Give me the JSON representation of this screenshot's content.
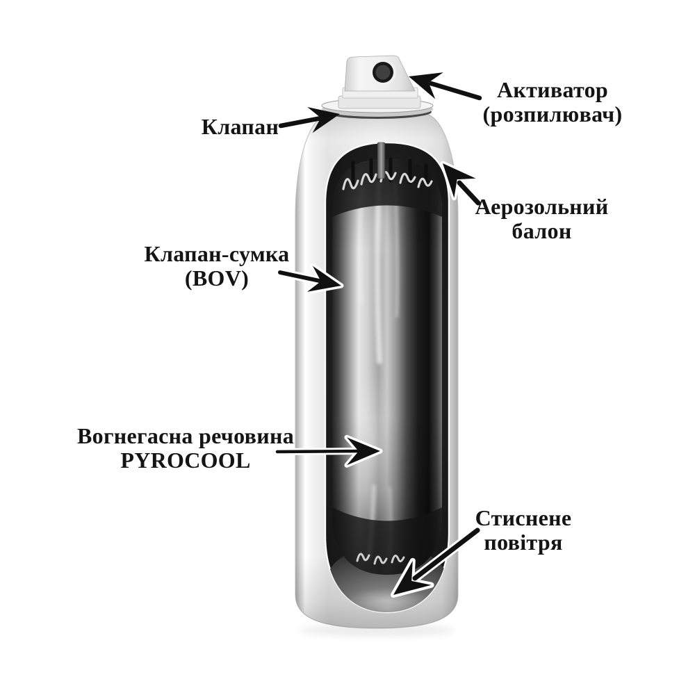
{
  "diagram": {
    "background_color": "#ffffff",
    "text_color": "#141414",
    "arrow_color": "#101010",
    "labels": {
      "activator": {
        "line1": "Активатор",
        "line2": "(розпилювач)"
      },
      "valve": {
        "line1": "Клапан"
      },
      "aerosol_can": {
        "line1": "Аерозольний",
        "line2": "балон"
      },
      "bov": {
        "line1": "Клапан-сумка",
        "line2": "(BOV)"
      },
      "agent": {
        "line1": "Вогнегасна речовина",
        "line2": "PYROCOOL"
      },
      "compressed_air": {
        "line1": "Стиснене",
        "line2": "повітря"
      }
    },
    "icons": {
      "arrows": [
        "arrow-activator",
        "arrow-valve",
        "arrow-aerosol-can",
        "arrow-bov",
        "arrow-agent",
        "arrow-compressed-air"
      ]
    }
  }
}
